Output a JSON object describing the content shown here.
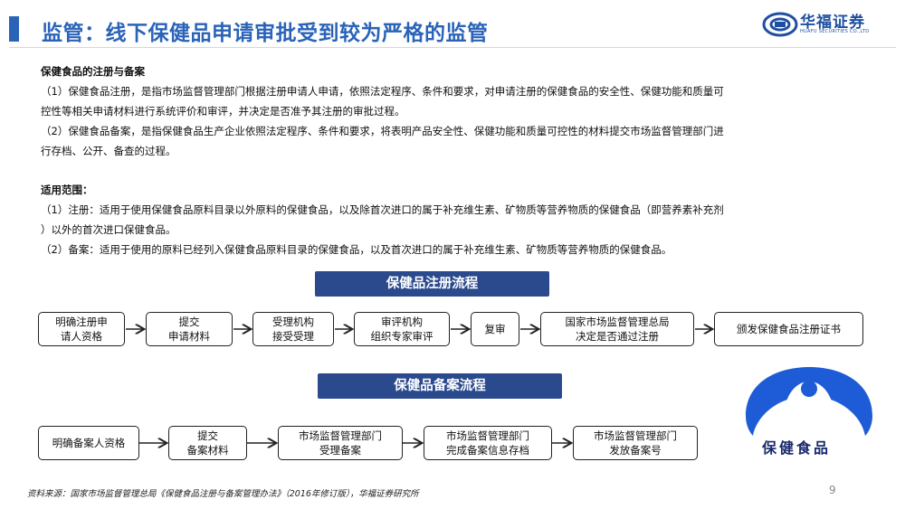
{
  "header": {
    "title": "监管：线下保健品申请审批受到较为严格的监管",
    "logo_name": "华福证券",
    "logo_sub": "HUAFU SECURITIES CO.,LTD"
  },
  "body": {
    "section1_title": "保健食品的注册与备案",
    "para1_line1": "（1）保健食品注册，是指市场监督管理部门根据注册申请人申请，依照法定程序、条件和要求，对申请注册的保健食品的安全性、保健功能和质量可",
    "para1_line2": "控性等相关申请材料进行系统评价和审评，并决定是否准予其注册的审批过程。",
    "para2_line1": "（2）保健食品备案，是指保健食品生产企业依照法定程序、条件和要求，将表明产品安全性、保健功能和质量可控性的材料提交市场监督管理部门进",
    "para2_line2": "行存档、公开、备查的过程。",
    "section2_title": "适用范围：",
    "para3_line1": "（1）注册：适用于使用保健食品原料目录以外原料的保健食品，以及除首次进口的属于补充维生素、矿物质等营养物质的保健食品（即营养素补充剂",
    "para3_line2": "）以外的首次进口保健食品。",
    "para4_line1": "（2）备案：适用于使用的原料已经列入保健食品原料目录的保健食品，以及首次进口的属于补充维生素、矿物质等营养物质的保健食品。"
  },
  "registration_flow": {
    "title": "保健品注册流程",
    "steps": [
      {
        "l1": "明确注册申",
        "l2": "请人资格"
      },
      {
        "l1": "提交",
        "l2": "申请材料"
      },
      {
        "l1": "受理机构",
        "l2": "接受受理"
      },
      {
        "l1": "审评机构",
        "l2": "组织专家审评"
      },
      {
        "l1": "复审",
        "l2": ""
      },
      {
        "l1": "国家市场监督管理总局",
        "l2": "决定是否通过注册"
      },
      {
        "l1": "颁发保健食品注册证书",
        "l2": ""
      }
    ]
  },
  "filing_flow": {
    "title": "保健品备案流程",
    "steps": [
      {
        "l1": "明确备案人资格",
        "l2": ""
      },
      {
        "l1": "提交",
        "l2": "备案材料"
      },
      {
        "l1": "市场监督管理部门",
        "l2": "受理备案"
      },
      {
        "l1": "市场监督管理部门",
        "l2": "完成备案信息存档"
      },
      {
        "l1": "市场监督管理部门",
        "l2": "发放备案号"
      }
    ]
  },
  "emblem": {
    "text": "保健食品",
    "color": "#1e5bd6"
  },
  "footer": {
    "source": "资料来源：国家市场监督管理总局《保健食品注册与备案管理办法》（2016年修订版），华福证券研究所",
    "page": "9"
  }
}
